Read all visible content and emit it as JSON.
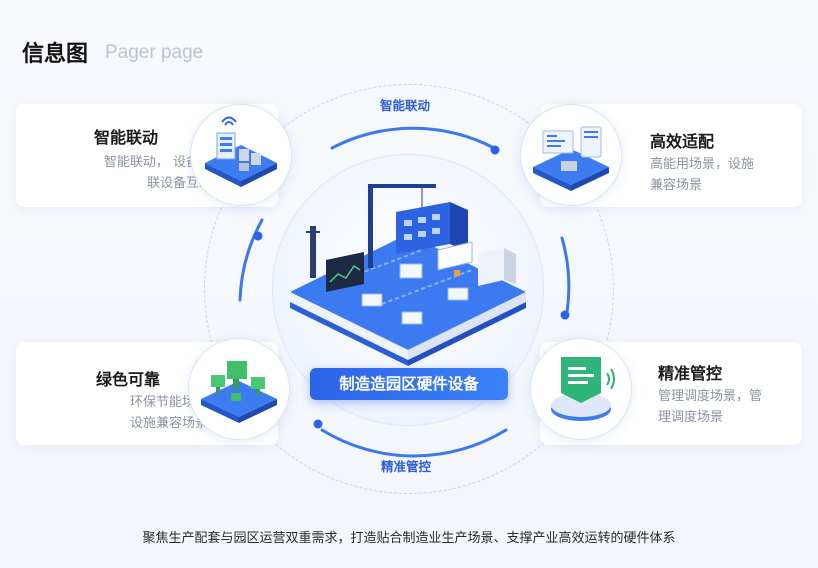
{
  "header": {
    "title": "信息图",
    "subtitle": "Pager page"
  },
  "center": {
    "label": "制造造园区硬件设备"
  },
  "ring_labels": {
    "top": "智能联动",
    "bottom": "精准管控"
  },
  "cards": {
    "top_left": {
      "title": "智能联动",
      "desc_line1": "智能联动， 设备互",
      "desc_line2": "联设备互线"
    },
    "top_right": {
      "title": "高效适配",
      "desc_line1": "高能用场景，设施",
      "desc_line2": "兼容场景"
    },
    "bottom_left": {
      "title": "绿色可靠",
      "desc_line1": "环保节能场景",
      "desc_line2": "设施兼容场景"
    },
    "bottom_right": {
      "title": "精准管控",
      "desc_line1": "管理调度场景，管",
      "desc_line2": "理调度场景"
    }
  },
  "footer": {
    "text": "聚焦生产配套与园区运营双重需求，打造贴合制造业生产场景、支撑产业高效运转的硬件体系"
  },
  "colors": {
    "accent": "#2b63e8",
    "accent_light": "#3b82f6",
    "green": "#3fbf6a"
  }
}
